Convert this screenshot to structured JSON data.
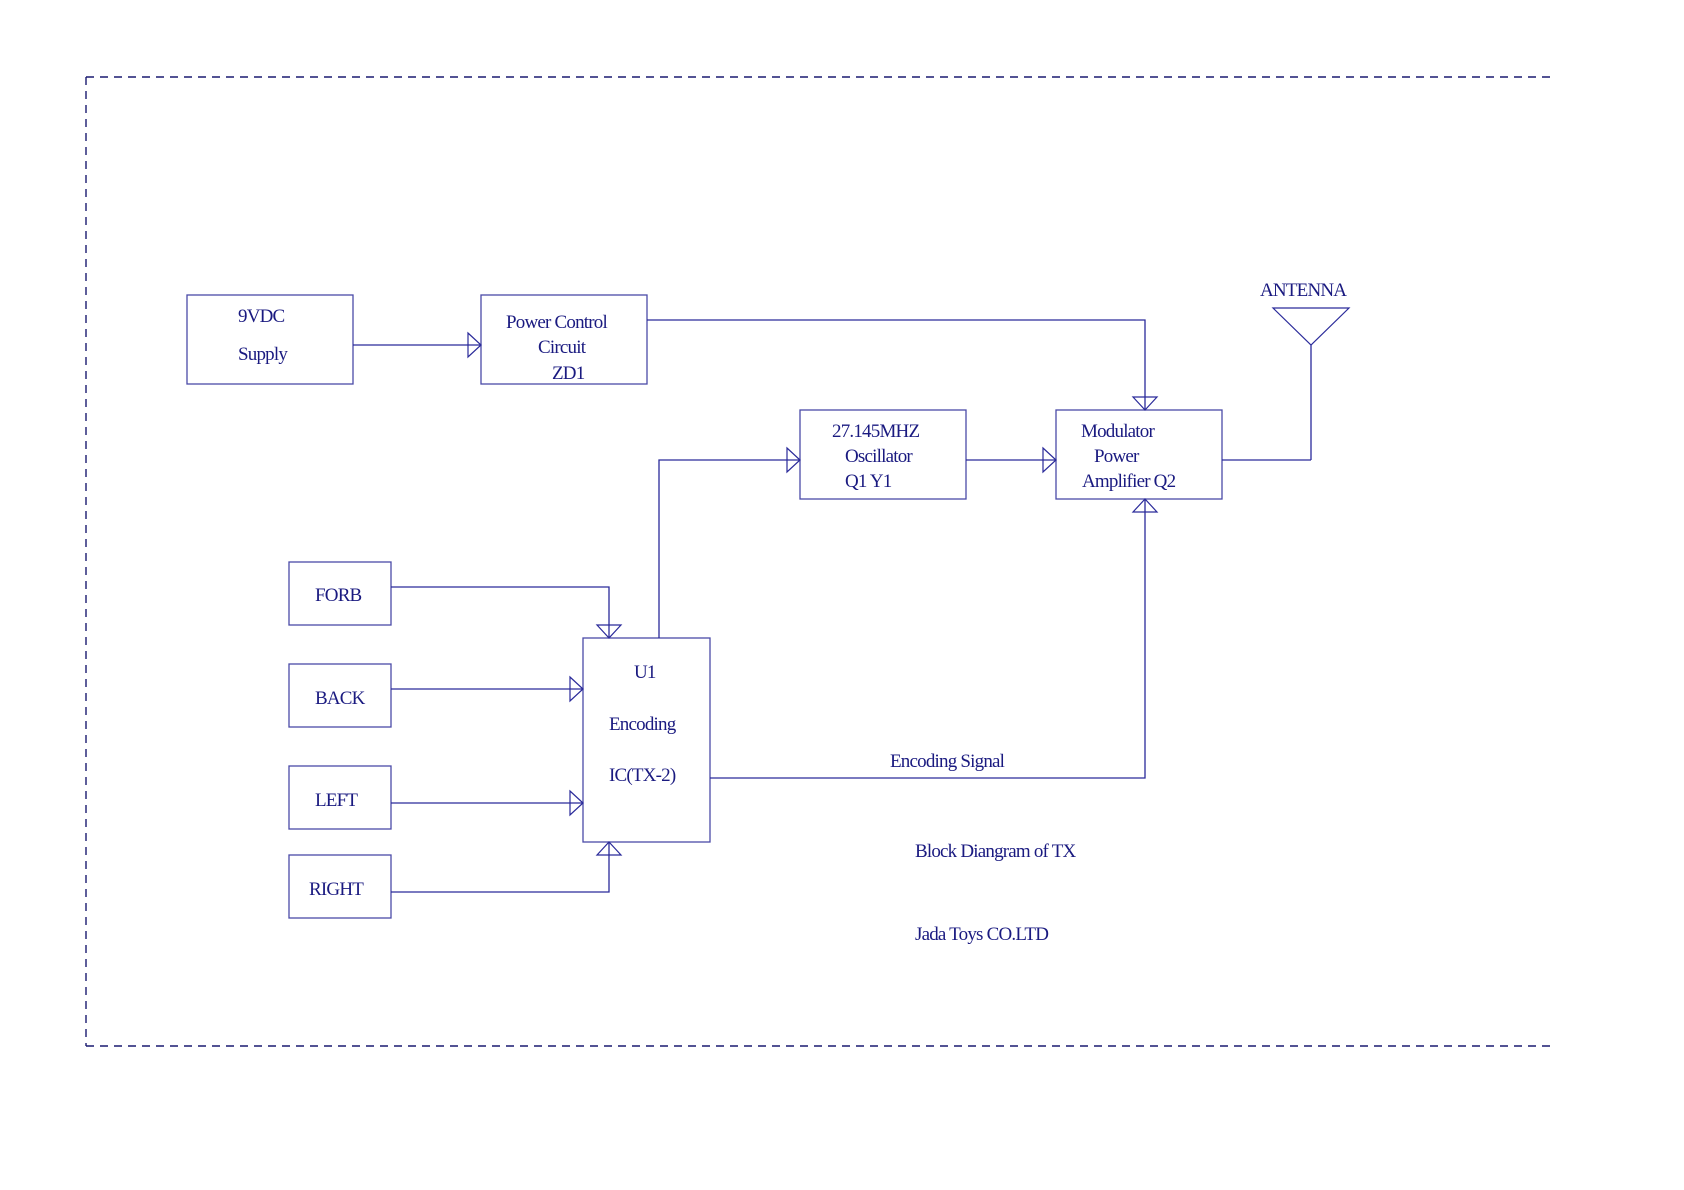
{
  "diagram": {
    "title": "Block Diagram of TX",
    "title_as_shown": "Block Diangram of  TX",
    "company": "Jada Toys CO.LTD",
    "colors": {
      "line": "#2a2a9a",
      "box": "#4a4aa8",
      "text": "#1a1a80",
      "frame": "#1a1a70"
    },
    "blocks": {
      "supply": {
        "lines": [
          "9VDC",
          "Supply"
        ]
      },
      "power_control": {
        "lines": [
          "Power Control",
          "Circuit",
          "ZD1"
        ]
      },
      "oscillator": {
        "lines": [
          "27.145MHZ",
          "Oscillator",
          "Q1  Y1"
        ]
      },
      "modulator": {
        "lines": [
          "Modulator",
          "Power",
          "Amplifier  Q2"
        ]
      },
      "forb": {
        "lines": [
          "FORB"
        ]
      },
      "back": {
        "lines": [
          "BACK"
        ]
      },
      "left": {
        "lines": [
          "LEFT"
        ]
      },
      "right": {
        "lines": [
          "RIGHT"
        ]
      },
      "encoder": {
        "lines": [
          "U1",
          "Encoding",
          "IC(TX-2)"
        ]
      }
    },
    "antenna_label": "ANTENNA",
    "signal_label": "Encoding  Signal",
    "connections": [
      {
        "from": "9VDC Supply",
        "to": "Power Control Circuit ZD1"
      },
      {
        "from": "Power Control Circuit ZD1",
        "to": "Modulator Power Amplifier Q2"
      },
      {
        "from": "27.145MHZ Oscillator Q1 Y1",
        "to": "Modulator Power Amplifier Q2"
      },
      {
        "from": "Modulator Power Amplifier Q2",
        "to": "ANTENNA"
      },
      {
        "from": "U1 Encoding IC(TX-2)",
        "to": "27.145MHZ Oscillator Q1 Y1"
      },
      {
        "from": "U1 Encoding IC(TX-2)",
        "to": "Modulator Power Amplifier Q2",
        "label": "Encoding Signal"
      },
      {
        "from": "FORB",
        "to": "U1 Encoding IC(TX-2)"
      },
      {
        "from": "BACK",
        "to": "U1 Encoding IC(TX-2)"
      },
      {
        "from": "LEFT",
        "to": "U1 Encoding IC(TX-2)"
      },
      {
        "from": "RIGHT",
        "to": "U1 Encoding IC(TX-2)"
      }
    ]
  }
}
